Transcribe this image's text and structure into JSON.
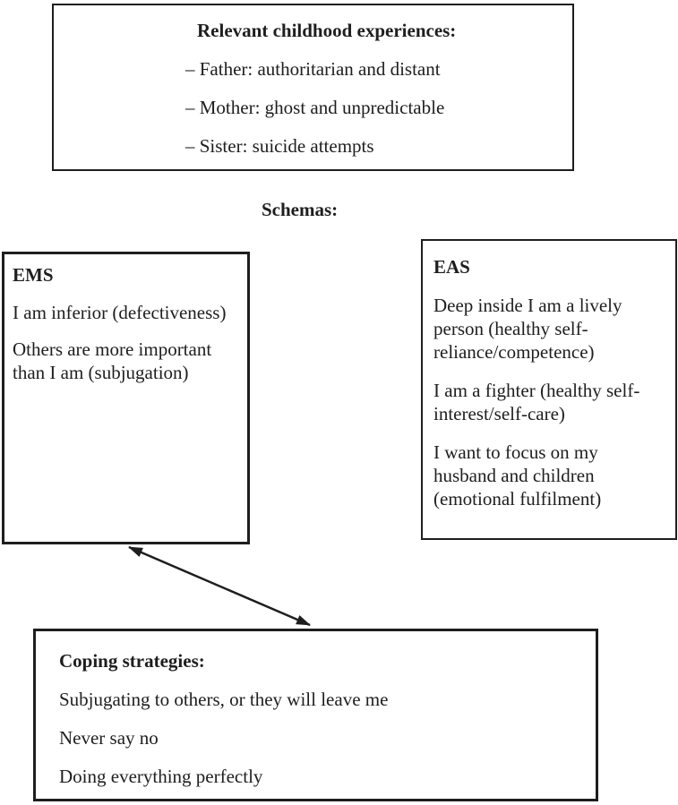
{
  "diagram": {
    "colors": {
      "ink": "#1e1e1e",
      "background": "#ffffff"
    },
    "childhood_box": {
      "title": "Relevant childhood experiences:",
      "items": [
        "– Father: authoritarian and distant",
        "– Mother: ghost and unpredictable",
        "– Sister: suicide attempts"
      ]
    },
    "schemas_label": "Schemas:",
    "ems_box": {
      "title": "EMS",
      "items": [
        "I am inferior (defectiveness)",
        "Others are more important\nthan I am (subjugation)"
      ]
    },
    "eas_box": {
      "title": "EAS",
      "items": [
        "Deep inside I am a lively\nperson (healthy self-\nreliance/competence)",
        "I am a fighter (healthy self-\ninterest/self-care)",
        "I want to focus on my\nhusband and children\n(emotional fulfilment)"
      ]
    },
    "coping_box": {
      "title": "Coping strategies:",
      "items": [
        "Subjugating to others, or they will leave me",
        "Never say no",
        "Doing everything perfectly"
      ]
    },
    "arrow": {
      "from": "ems_box",
      "to": "coping_box",
      "double_headed": true
    }
  }
}
